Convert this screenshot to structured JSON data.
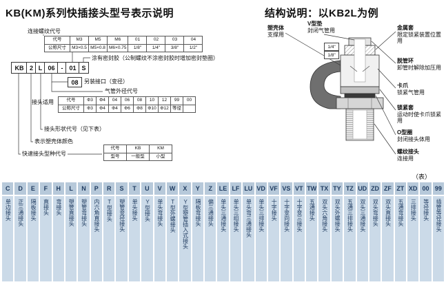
{
  "colors": {
    "table_header_bg": "#b7c9da",
    "table_body_bg": "#cbdae8",
    "table_text": "#1e3a5f"
  },
  "left": {
    "title": "KB(KM)系列快插接头型号表示说明",
    "model_boxes": [
      "KB",
      "2",
      "L",
      "06",
      "-",
      "01",
      "S"
    ],
    "labels": {
      "thread_code": "连接螺纹代号",
      "sealant": "涂有密封胶（公制螺纹不涂密封胶时增加密封垫圈）",
      "extra_port_box": "08",
      "extra_port": "另装接口（变径）",
      "tube_od": "气管外径代号",
      "fitting_fit": "接头适用",
      "shape_code": "接头形状代号（见下表）",
      "shell_color": "表示塑壳体颜色",
      "type_code": "快速接头型种代号"
    },
    "thread_table": {
      "rows": [
        [
          "代号",
          "M3",
          "M5",
          "M6",
          "01",
          "02",
          "03",
          "04"
        ],
        [
          "公称尺寸",
          "M3×0.5",
          "M5×0.8",
          "M6×0.75",
          "1/8\"",
          "1/4\"",
          "3/8\"",
          "1/2\""
        ]
      ]
    },
    "tube_table": {
      "rows": [
        [
          "代号",
          "Φ3",
          "Φ4",
          "04",
          "06",
          "08",
          "10",
          "12",
          "99",
          "00"
        ],
        [
          "公称尺寸",
          "Φ3",
          "Φ4",
          "Φ4",
          "Φ6",
          "Φ8",
          "Φ10",
          "Φ12",
          "等径",
          ""
        ]
      ]
    },
    "type_table": {
      "rows": [
        [
          "代号",
          "KB",
          "KM"
        ],
        [
          "型号",
          "一般型",
          "小型"
        ]
      ]
    }
  },
  "right": {
    "title": "结构说明：以KB2L为例",
    "callout_left": {
      "name": "塑壳体",
      "desc": "支撑用"
    },
    "callout_top": {
      "name": "V型垫",
      "desc": "封闭气管用"
    },
    "callouts_right": [
      {
        "name": "金属套",
        "desc": "限定锁紧装置位置用"
      },
      {
        "name": "脱管环",
        "desc": "卸管时解除加压用"
      },
      {
        "name": "卡爪",
        "desc": "锁紧气管用"
      },
      {
        "name": "锁紧套",
        "desc": "运动时使卡爪锁紧用"
      },
      {
        "name": "O型圈",
        "desc": "封闭接头体用"
      },
      {
        "name": "螺纹接头",
        "desc": "连接用"
      }
    ],
    "size_marks": [
      "1/4\"",
      "1/8\""
    ]
  },
  "shape_table": {
    "note": "（表）",
    "codes": [
      "C",
      "D",
      "E",
      "F",
      "H",
      "L",
      "N",
      "P",
      "R",
      "S",
      "T",
      "U",
      "V",
      "W",
      "X",
      "Y",
      "Z",
      "LE",
      "LF",
      "LU",
      "VD",
      "VF",
      "VS",
      "VT",
      "TW",
      "TX",
      "TY",
      "TZ",
      "UD",
      "ZD",
      "ZF",
      "ZT",
      "XD",
      "00",
      "99"
    ],
    "names": [
      "单边接头",
      "正三通接头",
      "隔板接头",
      "直接头",
      "弯接头",
      "塑管直接头",
      "塑管弯接头",
      "内六角直接头",
      "T型接头",
      "塑管变径接头",
      "单头接头",
      "Y型接头",
      "单头弯接头",
      "T型外螺接头",
      "Y型塑管插入式接头",
      "隔板弯接头",
      "偏三通接头",
      "单头三通接头",
      "单头三组接头",
      "单头弯三通接头",
      "单头三排接头",
      "十字接头",
      "十字变向接头",
      "十字变三接头",
      "五通接头",
      "双头六角接头",
      "双头外螺接头",
      "五通三排接头",
      "双头三通接头",
      "双头弯接头",
      "双头直接头",
      "五通弯接头",
      "三排接头",
      "等径接头",
      "插管等径接头"
    ]
  }
}
